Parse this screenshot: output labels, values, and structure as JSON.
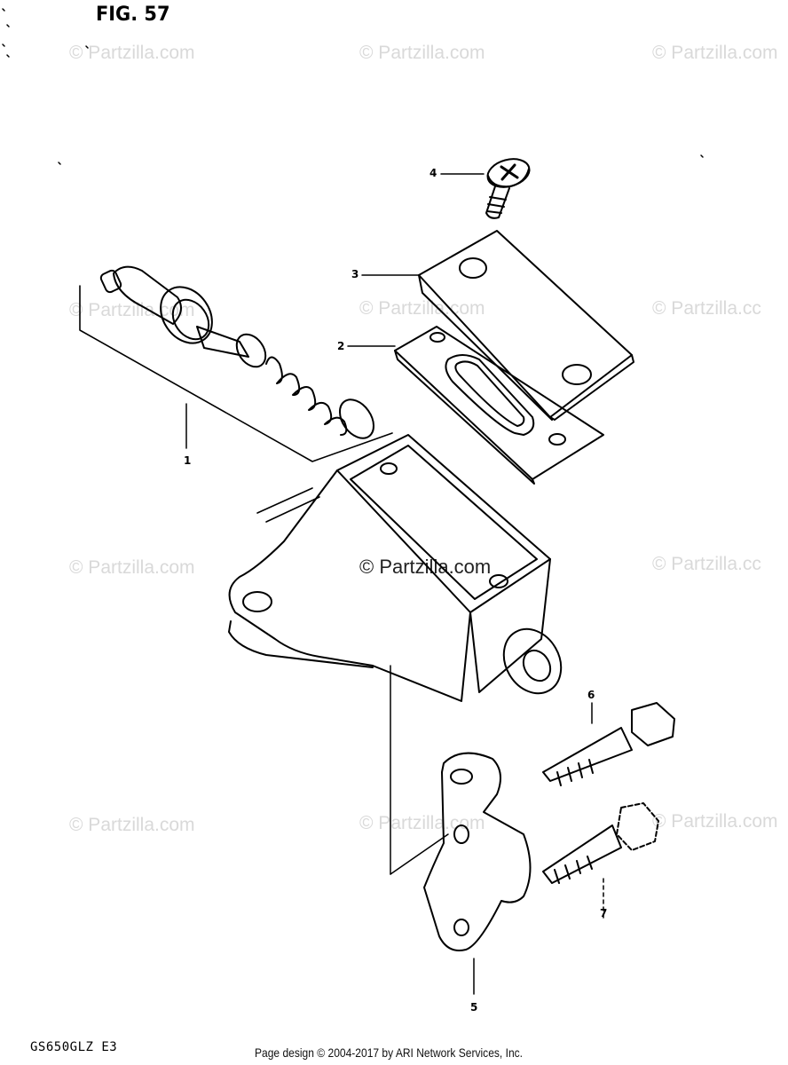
{
  "figure": {
    "title": "FIG. 57"
  },
  "watermarks": [
    "© Partzilla.com",
    "© Partzilla.com",
    "© Partzilla.com",
    "© Partzilla.com",
    "© Partzilla.com",
    "© Partzilla.cc",
    "© Partzilla.com",
    "© Partzilla.com",
    "© Partzilla.cc",
    "© Partzilla.com",
    "© Partzilla.com",
    "© Partzilla.com"
  ],
  "callouts": [
    "1",
    "2",
    "3",
    "4",
    "5",
    "6",
    "7"
  ],
  "footer": {
    "model_code": "GS650GLZ E3",
    "copyright": "Page design © 2004-2017 by ARI Network Services, Inc."
  }
}
